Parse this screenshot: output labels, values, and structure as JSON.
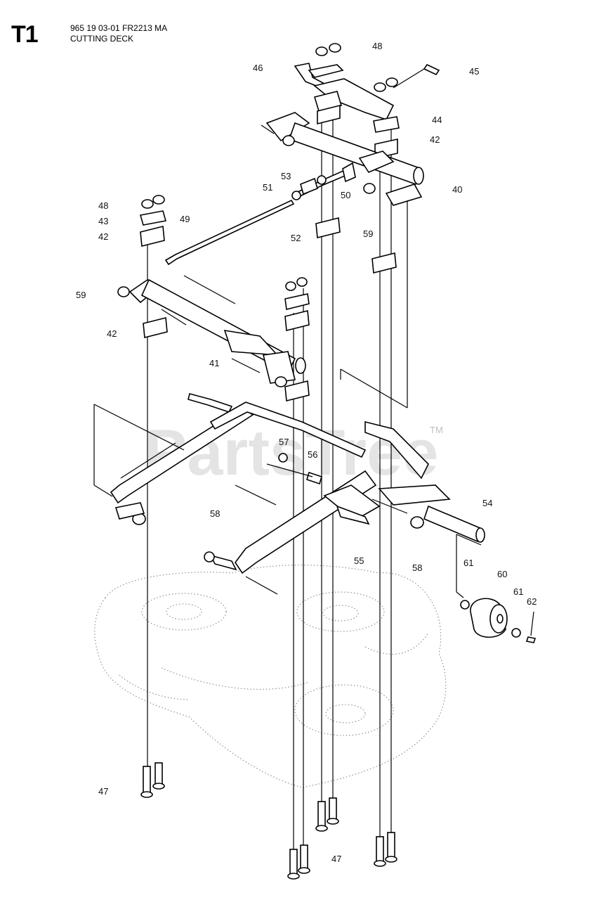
{
  "header": {
    "section_code": "T1",
    "line1": "965 19 03-01 FR2213 MA",
    "line2": "CUTTING DECK"
  },
  "watermark": {
    "text": "PartsTree",
    "tm": "TM"
  },
  "callouts": [
    {
      "id": "c48a",
      "label": "48"
    },
    {
      "id": "c46",
      "label": "46"
    },
    {
      "id": "c45",
      "label": "45"
    },
    {
      "id": "c44",
      "label": "44"
    },
    {
      "id": "c42a",
      "label": "42"
    },
    {
      "id": "c53",
      "label": "53"
    },
    {
      "id": "c51",
      "label": "51"
    },
    {
      "id": "c50",
      "label": "50"
    },
    {
      "id": "c40",
      "label": "40"
    },
    {
      "id": "c48b",
      "label": "48"
    },
    {
      "id": "c43",
      "label": "43"
    },
    {
      "id": "c42b",
      "label": "42"
    },
    {
      "id": "c49",
      "label": "49"
    },
    {
      "id": "c52",
      "label": "52"
    },
    {
      "id": "c59a",
      "label": "59"
    },
    {
      "id": "c59b",
      "label": "59"
    },
    {
      "id": "c42c",
      "label": "42"
    },
    {
      "id": "c41",
      "label": "41"
    },
    {
      "id": "c57",
      "label": "57"
    },
    {
      "id": "c56",
      "label": "56"
    },
    {
      "id": "c54",
      "label": "54"
    },
    {
      "id": "c58a",
      "label": "58"
    },
    {
      "id": "c55",
      "label": "55"
    },
    {
      "id": "c58b",
      "label": "58"
    },
    {
      "id": "c61a",
      "label": "61"
    },
    {
      "id": "c60",
      "label": "60"
    },
    {
      "id": "c61b",
      "label": "61"
    },
    {
      "id": "c62",
      "label": "62"
    },
    {
      "id": "c47a",
      "label": "47"
    },
    {
      "id": "c47b",
      "label": "47"
    }
  ]
}
